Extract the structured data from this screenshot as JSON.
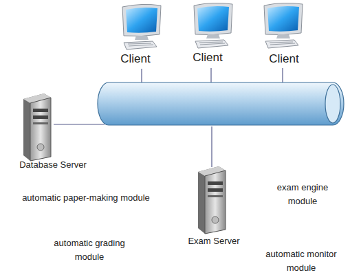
{
  "diagram": {
    "nodes": [
      {
        "text": [
          "Client"
        ]
      },
      {
        "text": [
          "Client"
        ]
      },
      {
        "text": [
          "Client"
        ]
      },
      {
        "text": [
          "Database Server"
        ]
      },
      {
        "text": [
          "Exam Server"
        ]
      }
    ],
    "labels": [
      "automatic paper-making module",
      "automatic grading module",
      "exam engine module",
      "automatic monitor module"
    ]
  }
}
